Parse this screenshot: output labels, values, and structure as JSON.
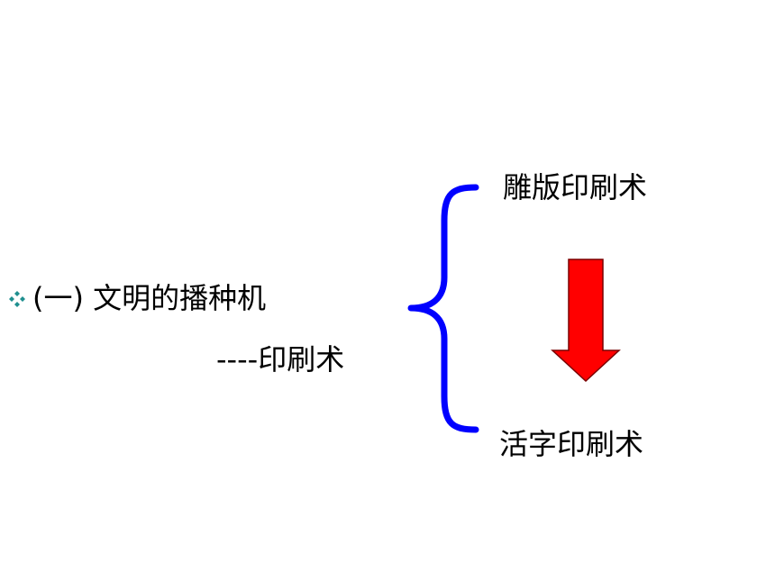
{
  "slide": {
    "heading": "(一) 文明的播种机",
    "subheading": "----印刷术",
    "stages": {
      "top": "雕版印刷术",
      "bottom": "活字印刷术"
    },
    "colors": {
      "bullet": "#1f8f8f",
      "brace": "#0000ff",
      "arrow_fill": "#ff0000",
      "arrow_stroke": "#7a0000",
      "text": "#000000"
    },
    "icons": {
      "bullet": "four-diamond-bullet-icon",
      "brace": "curly-brace",
      "arrow": "down-arrow-icon"
    }
  }
}
